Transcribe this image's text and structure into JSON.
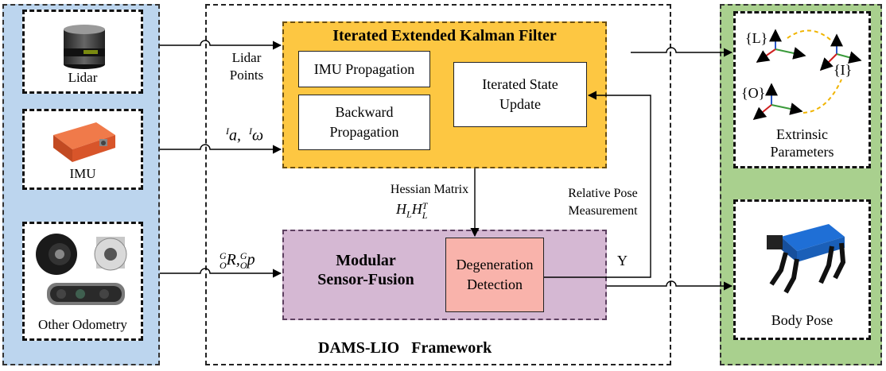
{
  "inputs": {
    "lidar": "Lidar",
    "imu": "IMU",
    "other_odometry": "Other Odometry"
  },
  "iekf": {
    "title": "Iterated Extended Kalman Filter",
    "imu_propagation": "IMU Propagation",
    "backward_propagation_1": "Backward",
    "backward_propagation_2": "Propagation",
    "state_update_1": "Iterated State",
    "state_update_2": "Update"
  },
  "msf": {
    "title_1": "Modular",
    "title_2": "Sensor-Fusion",
    "degeneration_1": "Degeneration",
    "degeneration_2": "Detection"
  },
  "edges": {
    "lidar_points_1": "Lidar",
    "lidar_points_2": "Points",
    "imu_meas_a": "a,",
    "imu_meas_w": "ω",
    "imu_meas_sup": "I",
    "odom_R": "R,",
    "odom_p": "p",
    "odom_sup": "G",
    "odom_sub": "O",
    "hessian_1": "Hessian Matrix",
    "hessian_H": "H",
    "hessian_sub": "L",
    "hessian_sup": "T",
    "relpose_1": "Relative Pose",
    "relpose_2": "Measurement",
    "y": "Y"
  },
  "framework": {
    "title_1": "DAMS-LIO",
    "title_2": "Framework"
  },
  "outputs": {
    "frame_L": "{L}",
    "frame_I": "{I}",
    "frame_O": "{O}",
    "extrinsic_1": "Extrinsic",
    "extrinsic_2": "Parameters",
    "body_pose": "Body Pose"
  }
}
